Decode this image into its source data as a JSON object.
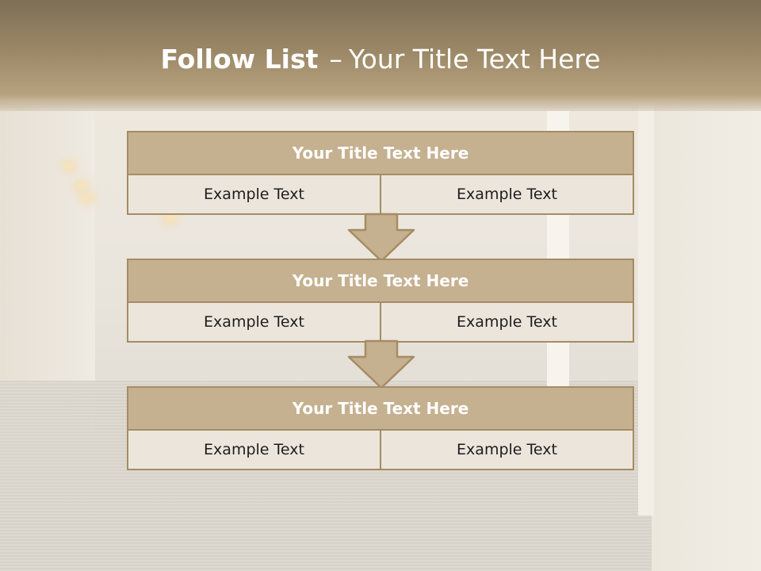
{
  "slide": {
    "title_bold": "Follow List",
    "title_dash": "–",
    "title_rest": "Your Title Text Here"
  },
  "blocks": [
    {
      "title": "Your Title Text Here",
      "left": "Example Text",
      "right": "Example Text"
    },
    {
      "title": "Your Title Text Here",
      "left": "Example Text",
      "right": "Example Text"
    },
    {
      "title": "Your Title Text Here",
      "left": "Example Text",
      "right": "Example Text"
    }
  ],
  "colors": {
    "header_fill": "#c5b090",
    "border": "#a68c63",
    "cell_fill": "#ebe5dc",
    "arrow_fill": "#c5b090",
    "top_band": "#9a8766"
  },
  "icons": {
    "connector": "down-arrow-icon"
  }
}
